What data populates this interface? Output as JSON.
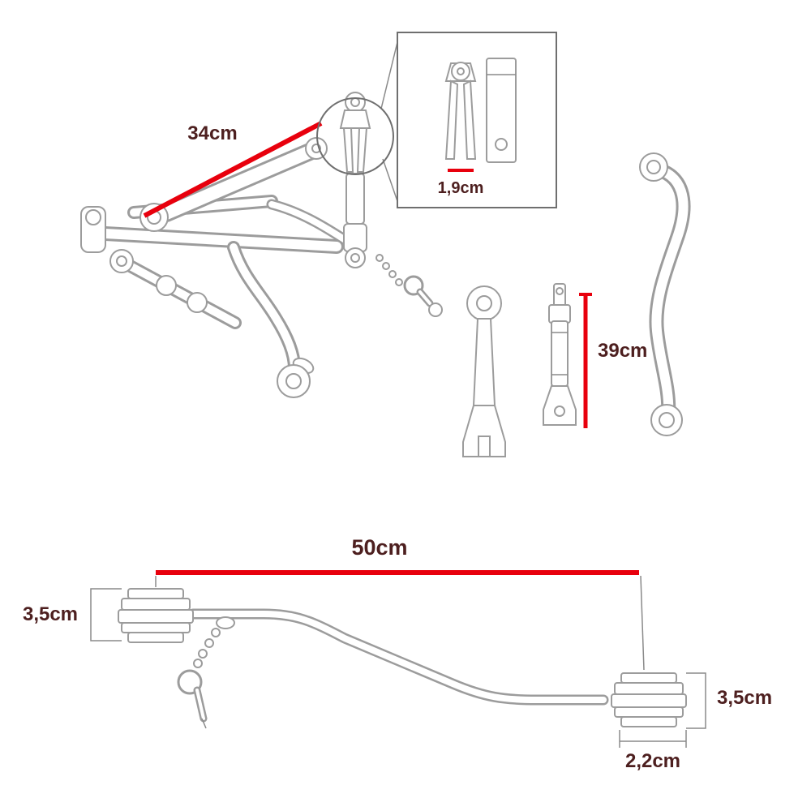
{
  "diagram": {
    "kind": "tractor-three-point-linkage-parts-dimensions",
    "background": "#ffffff",
    "accent_red": "#e8000d",
    "label_color": "#4d1f1f",
    "outline_color": "#9c9c9c"
  },
  "labels": {
    "top_link_length": "34cm",
    "clevis_width": "1,9cm",
    "link_length": "39cm",
    "bar_length": "50cm",
    "left_bushing_height": "3,5cm",
    "right_bushing_height": "3,5cm",
    "bushing_width": "2,2cm"
  }
}
